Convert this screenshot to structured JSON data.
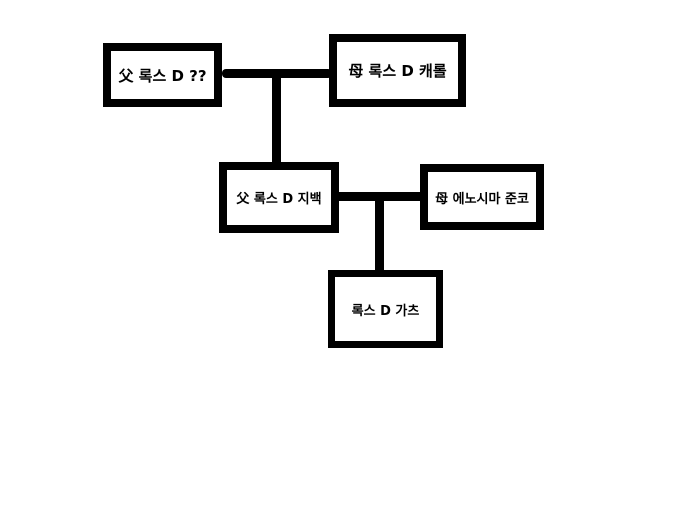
{
  "diagram": {
    "nodes": {
      "grandfather": {
        "label": "父 록스 D ??"
      },
      "grandmother": {
        "label": "母 록스 D 캐롤"
      },
      "father": {
        "label": "父 록스 D 지백"
      },
      "mother": {
        "label": "母 에노시마 준코"
      },
      "child": {
        "label": "록스 D 가츠"
      }
    },
    "colors": {
      "line": "#000000",
      "box_border": "#000000",
      "box_fill": "#ffffff",
      "text": "#000000",
      "background": "#ffffff"
    }
  }
}
